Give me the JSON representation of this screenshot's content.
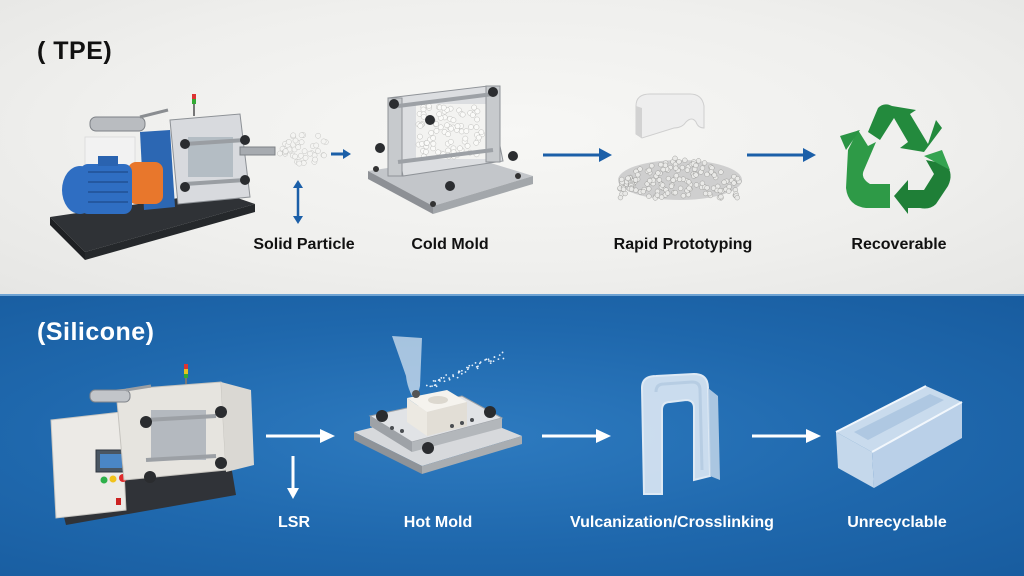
{
  "colors": {
    "tpe_background": "#efefed",
    "silicone_background": "#1f68ad",
    "tpe_arrow": "#1b5fa8",
    "silicone_arrow": "#ffffff",
    "recycle_green": "#2e9a47",
    "tpe_text": "#111111",
    "silicone_text": "#ffffff"
  },
  "tpe": {
    "title": "( TPE)",
    "steps": [
      {
        "label": "Solid Particle",
        "icon": "injection-machine-with-pellets"
      },
      {
        "label": "Cold Mold",
        "icon": "cold-mold-with-pellets"
      },
      {
        "label": "Rapid Prototyping",
        "icon": "molded-part-and-pellet-pile"
      },
      {
        "label": "Recoverable",
        "icon": "recycle-symbol"
      }
    ]
  },
  "silicone": {
    "title": "(Silicone)",
    "steps": [
      {
        "label": "LSR",
        "icon": "lsr-injection-machine"
      },
      {
        "label": "Hot Mold",
        "icon": "hot-mold-with-liquid-pour"
      },
      {
        "label": "Vulcanization/Crosslinking",
        "icon": "translucent-u-part"
      },
      {
        "label": "Unrecyclable",
        "icon": "translucent-channel-part"
      }
    ]
  }
}
